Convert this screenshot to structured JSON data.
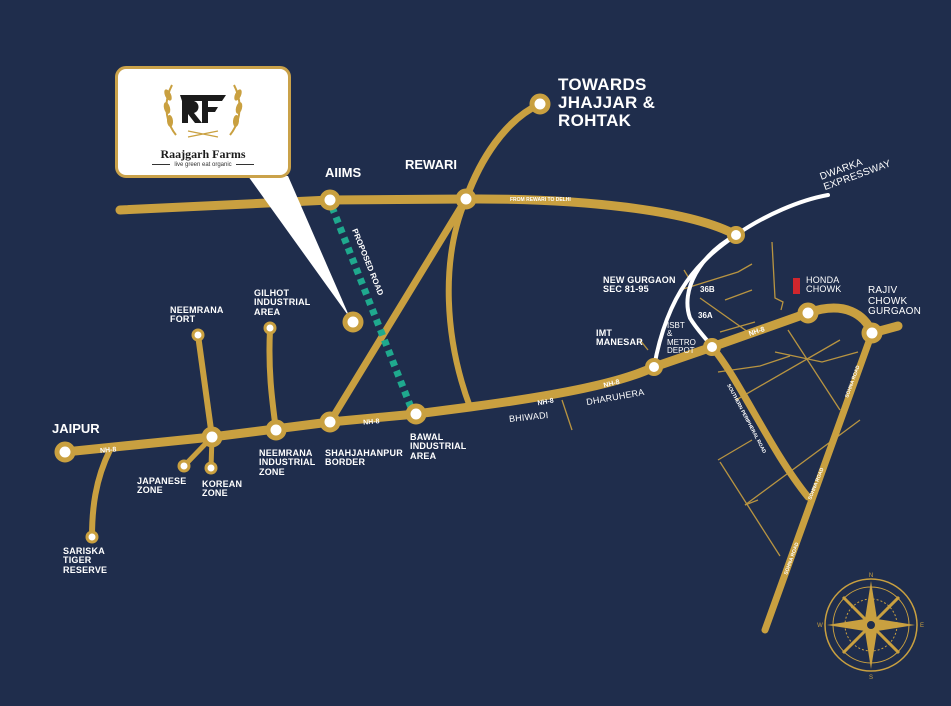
{
  "colors": {
    "background": "#1f2d4c",
    "road": "#c9a040",
    "proposed_road": "#1fa98e",
    "expressway": "#ffffff",
    "label": "#ffffff"
  },
  "brand": {
    "name": "Raajgarh Farms",
    "tagline": "live green eat organic",
    "monogram_icon": "rf-monogram-with-wheat-icon"
  },
  "places": {
    "towards": [
      "TOWARDS",
      "JHAJJAR &",
      "ROHTAK"
    ],
    "rewari": "REWARI",
    "aiims": "AIIMS",
    "dwarka": [
      "DWARKA",
      "EXPRESSWAY"
    ],
    "jaipur": "JAIPUR",
    "neemrana_fort": [
      "NEEMRANA",
      "FORT"
    ],
    "gilhot": [
      "GILHOT",
      "INDUSTRIAL",
      "AREA"
    ],
    "new_gurgaon": [
      "NEW GURGAON",
      "SEC 81-95"
    ],
    "honda": [
      "HONDA",
      "CHOWK"
    ],
    "rajiv": [
      "RAJIV",
      "CHOWK",
      "GURGAON"
    ],
    "imt": [
      "IMT",
      "MANESAR"
    ],
    "isbt": [
      "ISBT",
      "&",
      "METRO",
      "DEPOT"
    ],
    "bhiwadi": "BHIWADI",
    "dharuhera": "DHARUHERA",
    "japanese": [
      "JAPANESE",
      "ZONE"
    ],
    "korean": [
      "KOREAN",
      "ZONE"
    ],
    "neemrana_iz": [
      "NEEMRANA",
      "INDUSTRIAL",
      "ZONE"
    ],
    "shahjahanpur": [
      "SHAHJAHANPUR",
      "BORDER"
    ],
    "bawal": [
      "BAWAL",
      "INDUSTRIAL",
      "AREA"
    ],
    "sariska": [
      "SARISKA",
      "TIGER",
      "RESERVE"
    ]
  },
  "roads": {
    "nh8": "NH-8",
    "proposed": "PROPOSED ROAD",
    "rewari_delhi": "FROM REWARI TO DELHI",
    "sector_36b": "36B",
    "sector_36a": "36A",
    "spr": "SOUTHERN PERIPHERAL ROAD",
    "sohna": "SOHNA ROAD"
  },
  "compass": {
    "icon": "compass-rose-icon",
    "n": "N",
    "s": "S",
    "e": "E",
    "w": "W"
  }
}
